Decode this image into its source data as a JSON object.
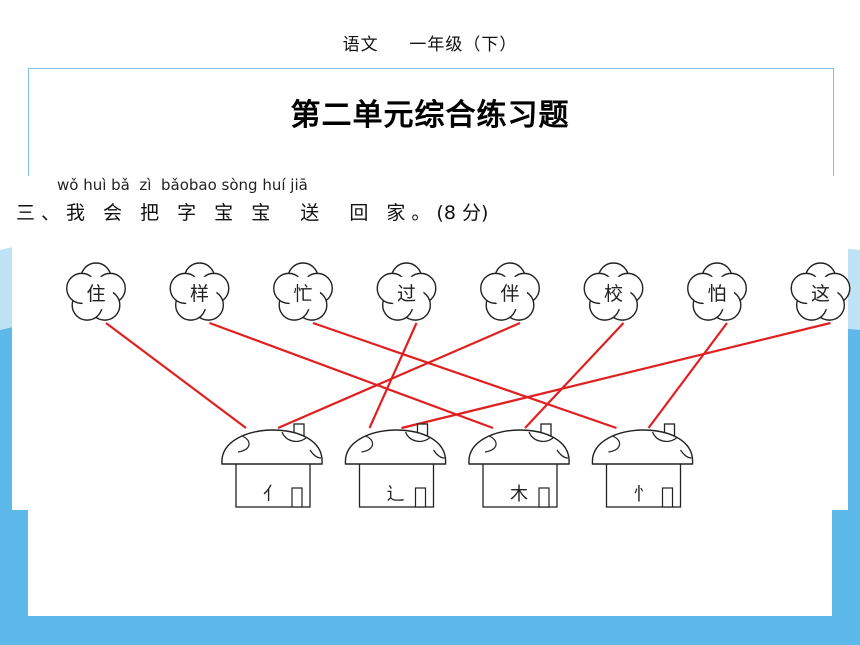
{
  "header": {
    "subject": "语文",
    "grade": "一年级（下）"
  },
  "title": "第二单元综合练习题",
  "question": {
    "pinyin": "wǒ huì bǎ  zì  bǎobao sòng huí jiā",
    "number": "三、",
    "text": "我 会 把 字 宝 宝  送  回 家。",
    "score": "(8 分)"
  },
  "flowers": [
    "住",
    "样",
    "忙",
    "过",
    "伴",
    "校",
    "怕",
    "这"
  ],
  "houses": [
    "亻",
    "辶",
    "木",
    "忄"
  ],
  "matches": [
    {
      "flower": "住",
      "house": "亻"
    },
    {
      "flower": "伴",
      "house": "亻"
    },
    {
      "flower": "过",
      "house": "辶"
    },
    {
      "flower": "这",
      "house": "辶"
    },
    {
      "flower": "样",
      "house": "木"
    },
    {
      "flower": "校",
      "house": "木"
    },
    {
      "flower": "忙",
      "house": "忄"
    },
    {
      "flower": "怕",
      "house": "忄"
    }
  ],
  "colors": {
    "line": "#e02020",
    "accent": "#4fb6e8",
    "border": "#7ec3e6"
  }
}
